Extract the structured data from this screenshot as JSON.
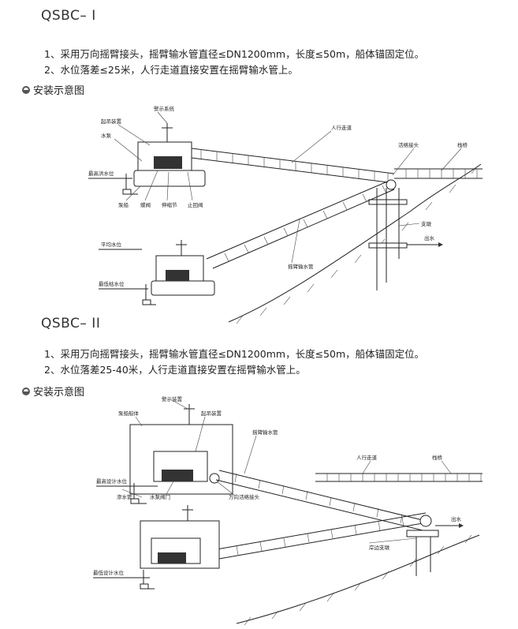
{
  "section1": {
    "model": "QSBC– I",
    "specs": [
      "1、采用万向摇臂接头，摇臂输水管直径≤DN1200mm，长度≤50m，船体锚固定位。",
      "2、水位落差≤25米，人行走道直接安置在摇臂输水管上。"
    ],
    "heading": "安装示意图",
    "labels": {
      "warning": "警示系统",
      "crane": "起吊装置",
      "pump": "水泵",
      "max_level": "最高洪水位",
      "pump_ship": "泵船",
      "butterfly": "蝶阀",
      "expansion": "伸缩节",
      "check_valve": "止回阀",
      "walkway": "人行走道",
      "joint": "活络接头",
      "trestle": "栈桥",
      "pier": "支墩",
      "outflow": "出水",
      "avg_level": "平均水位",
      "min_level": "最低枯水位",
      "arm_pipe": "摇臂输水管"
    }
  },
  "section2": {
    "model": "QSBC– II",
    "specs": [
      "1、采用万向摇臂接头，摇臂输水管直径≤DN1200mm，长度≤50m，船体锚固定位。",
      "2、水位落差25-40米，人行走道直接安置在摇臂输水管上。"
    ],
    "heading": "安装示意图",
    "labels": {
      "warning": "警示装置",
      "hull": "泵船船体",
      "crane": "起吊装置",
      "arm_pipe": "摇臂输水管",
      "walkway": "人行走道",
      "trestle": "栈桥",
      "max_level": "最高设计水位",
      "intake": "渗水管",
      "pump_valve": "水泵阀门",
      "joint": "万向活络接头",
      "outflow": "出水",
      "bank_pier": "岸边支墩",
      "min_level": "最低设计水位"
    }
  }
}
